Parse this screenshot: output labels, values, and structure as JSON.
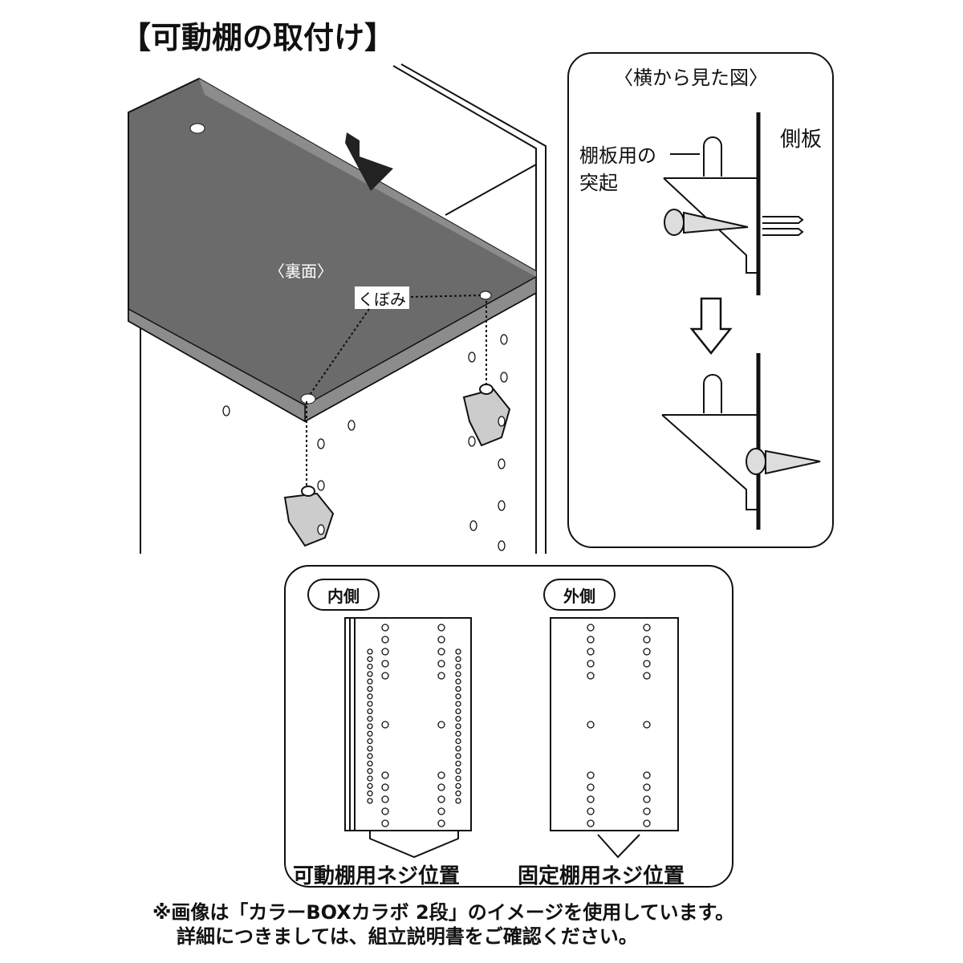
{
  "title": "【可動棚の取付け】",
  "main_view": {
    "underside_label": "〈裏面〉",
    "recess_label": "くぼみ"
  },
  "side_view": {
    "title": "〈横から見た図〉",
    "side_panel_label": "側板",
    "protrusion_label_line1": "棚板用の",
    "protrusion_label_line2": "突起"
  },
  "panel_view": {
    "inner_label": "内側",
    "outer_label": "外側",
    "movable_screw_label": "可動棚用ネジ位置",
    "fixed_screw_label": "固定棚用ネジ位置"
  },
  "footnote": {
    "line1": "※画像は「カラーBOXカラボ 2段」のイメージを使用しています。",
    "line2": "詳細につきましては、組立説明書をご確認ください。"
  },
  "colors": {
    "shelf_gray": "#6b6b6b",
    "shelf_edge": "#8c8c8c",
    "line": "#111111"
  }
}
